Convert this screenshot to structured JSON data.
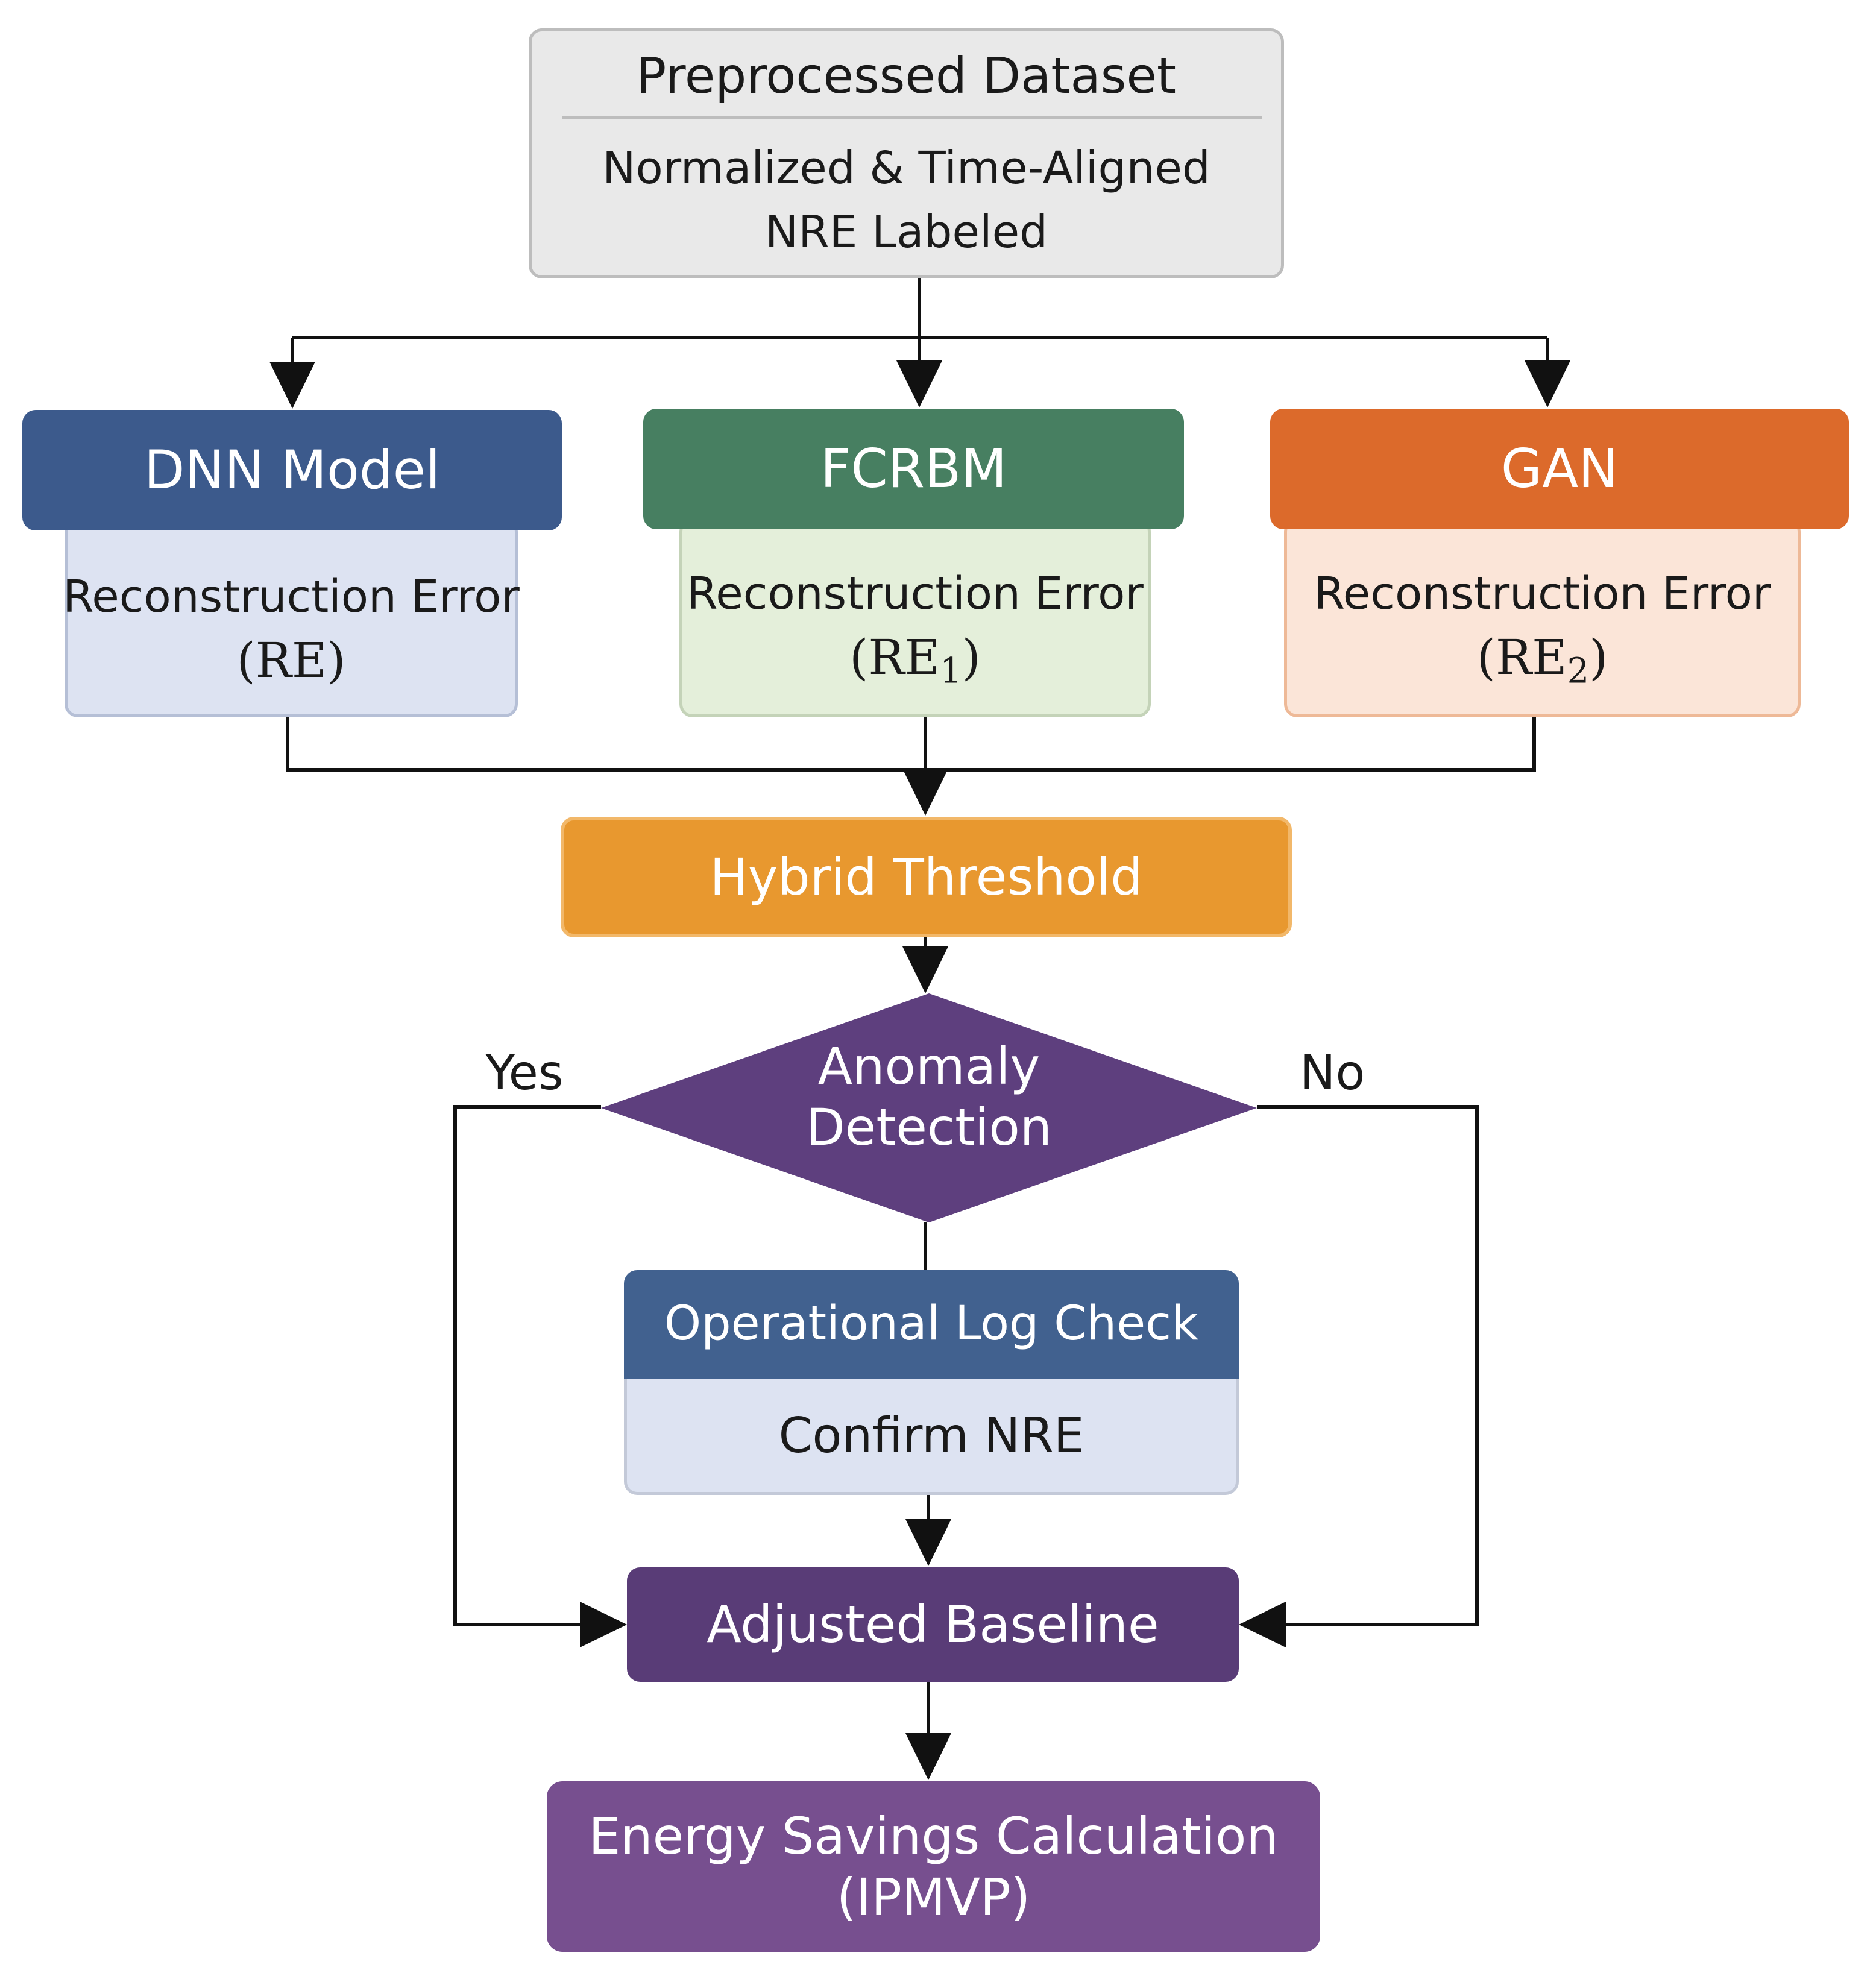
{
  "colors": {
    "line": "#111111",
    "dataset_fill": "#e9e9e9",
    "dataset_border": "#bdbdbd",
    "dataset_rule": "#bdbdbd",
    "dnn_header": "#3c5a8c",
    "dnn_body": "#dde3f2",
    "dnn_border": "#b5bfd6",
    "fcrbm_header": "#477f61",
    "fcrbm_body": "#e4efda",
    "fcrbm_border": "#c4d3b8",
    "gan_header": "#dc6a2b",
    "gan_body": "#fbe5d8",
    "gan_border": "#eeb997",
    "threshold_fill": "#e8982f",
    "threshold_border": "#f2b86a",
    "decision_fill": "#5e3f7e",
    "oplog_header": "#41618f",
    "oplog_body": "#dde3f2",
    "oplog_border": "#c3c9d8",
    "baseline_fill": "#593c77",
    "savings_fill": "#774f8f",
    "text_dark": "#1a1a1a",
    "text_light": "#ffffff"
  },
  "dataset": {
    "title": "Preprocessed Dataset",
    "line1": "Normalized & Time-Aligned",
    "line2": "NRE Labeled"
  },
  "models": [
    {
      "id": "dnn",
      "title": "DNN Model",
      "body_label": "Reconstruction Error",
      "re_base": "RE",
      "re_sub": ""
    },
    {
      "id": "fcrbm",
      "title": "FCRBM",
      "body_label": "Reconstruction Error",
      "re_base": "RE",
      "re_sub": "1"
    },
    {
      "id": "gan",
      "title": "GAN",
      "body_label": "Reconstruction Error",
      "re_base": "RE",
      "re_sub": "2"
    }
  ],
  "threshold": {
    "label": "Hybrid Threshold"
  },
  "decision": {
    "line1": "Anomaly",
    "line2": "Detection",
    "yes_label": "Yes",
    "no_label": "No"
  },
  "oplog": {
    "title": "Operational Log Check",
    "body": "Confirm NRE"
  },
  "baseline": {
    "label": "Adjusted Baseline"
  },
  "savings": {
    "line1": "Energy Savings Calculation",
    "line2": "(IPMVP)"
  }
}
